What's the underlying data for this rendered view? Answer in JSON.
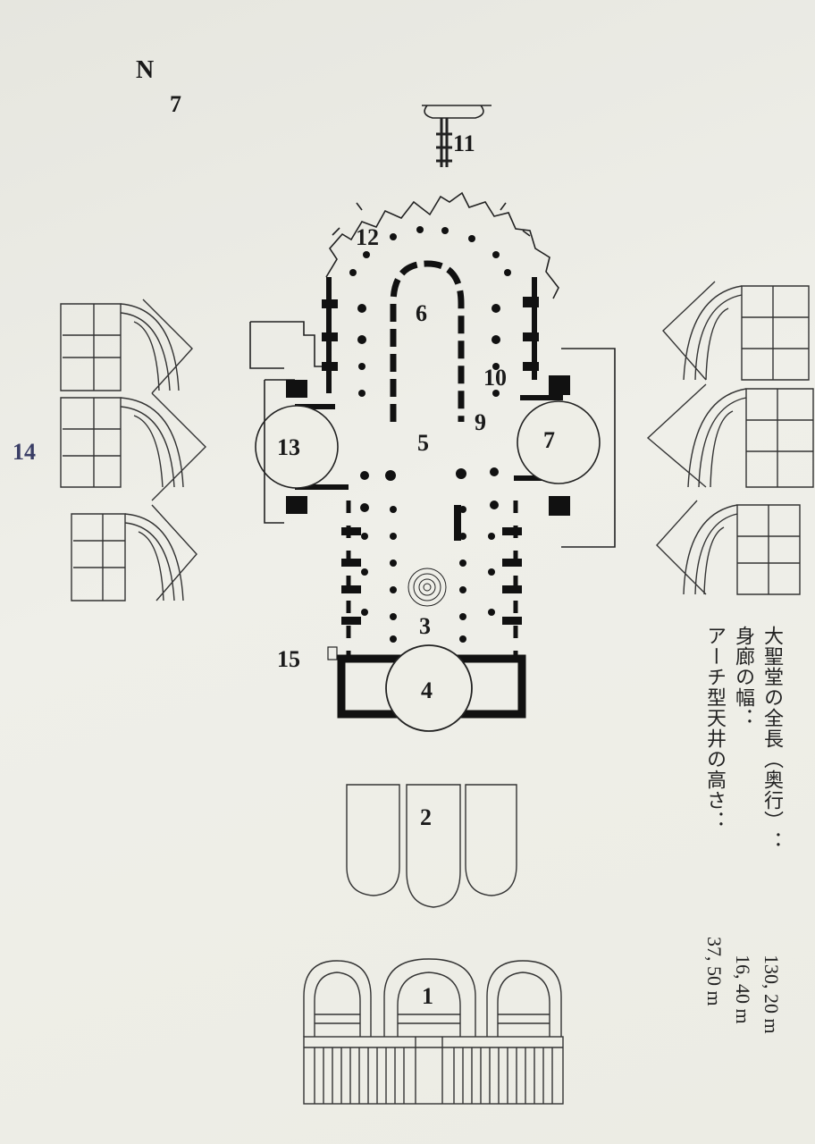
{
  "plan_labels": {
    "north": "N",
    "n7": "7",
    "l11": "11",
    "l12": "12",
    "l6": "6",
    "l10": "10",
    "l9": "9",
    "l13": "13",
    "l5": "5",
    "l7": "7",
    "l14": "14",
    "l3": "3",
    "l15": "15",
    "l4": "4",
    "l2": "2",
    "l1": "1"
  },
  "dimensions": [
    {
      "label": "大聖堂の全長（奥行）：",
      "value": "130, 20 m"
    },
    {
      "label": "身廊の幅：",
      "value": "16, 40 m"
    },
    {
      "label": "アーチ型天井の高さ：",
      "value": "37, 50 m"
    }
  ]
}
